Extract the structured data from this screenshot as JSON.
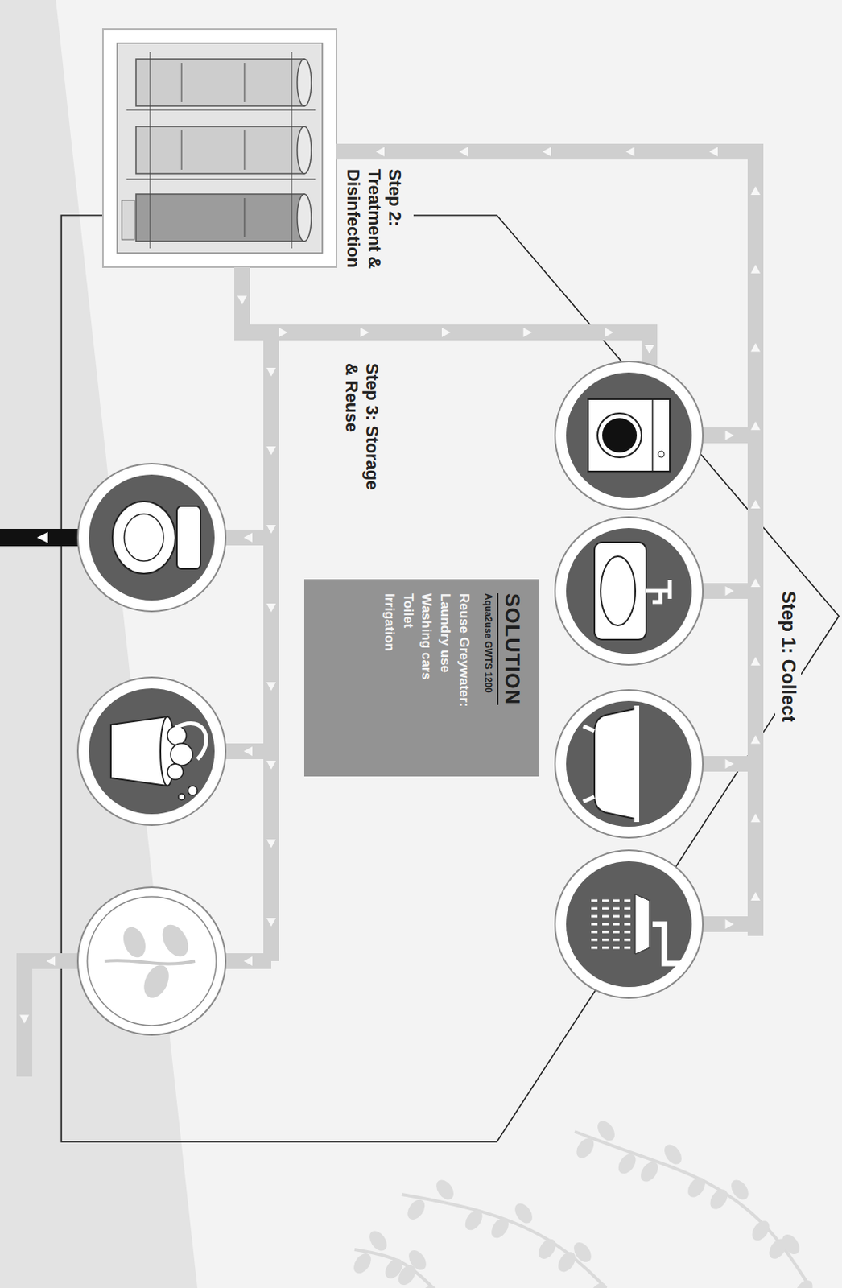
{
  "diagram": {
    "nodes": [
      {
        "text": [
          "Step 2: Treatment & Disinfection"
        ]
      },
      {
        "text": [
          "SOLUTION",
          "Aqua2use GWTS 1200",
          "Reuse Greywater:",
          "Laundry use",
          "Washing cars",
          "Toilet",
          "Irrigation"
        ]
      }
    ],
    "labels": [
      "Step 1: Collect",
      "Step 3: Storage & Reuse"
    ]
  }
}
